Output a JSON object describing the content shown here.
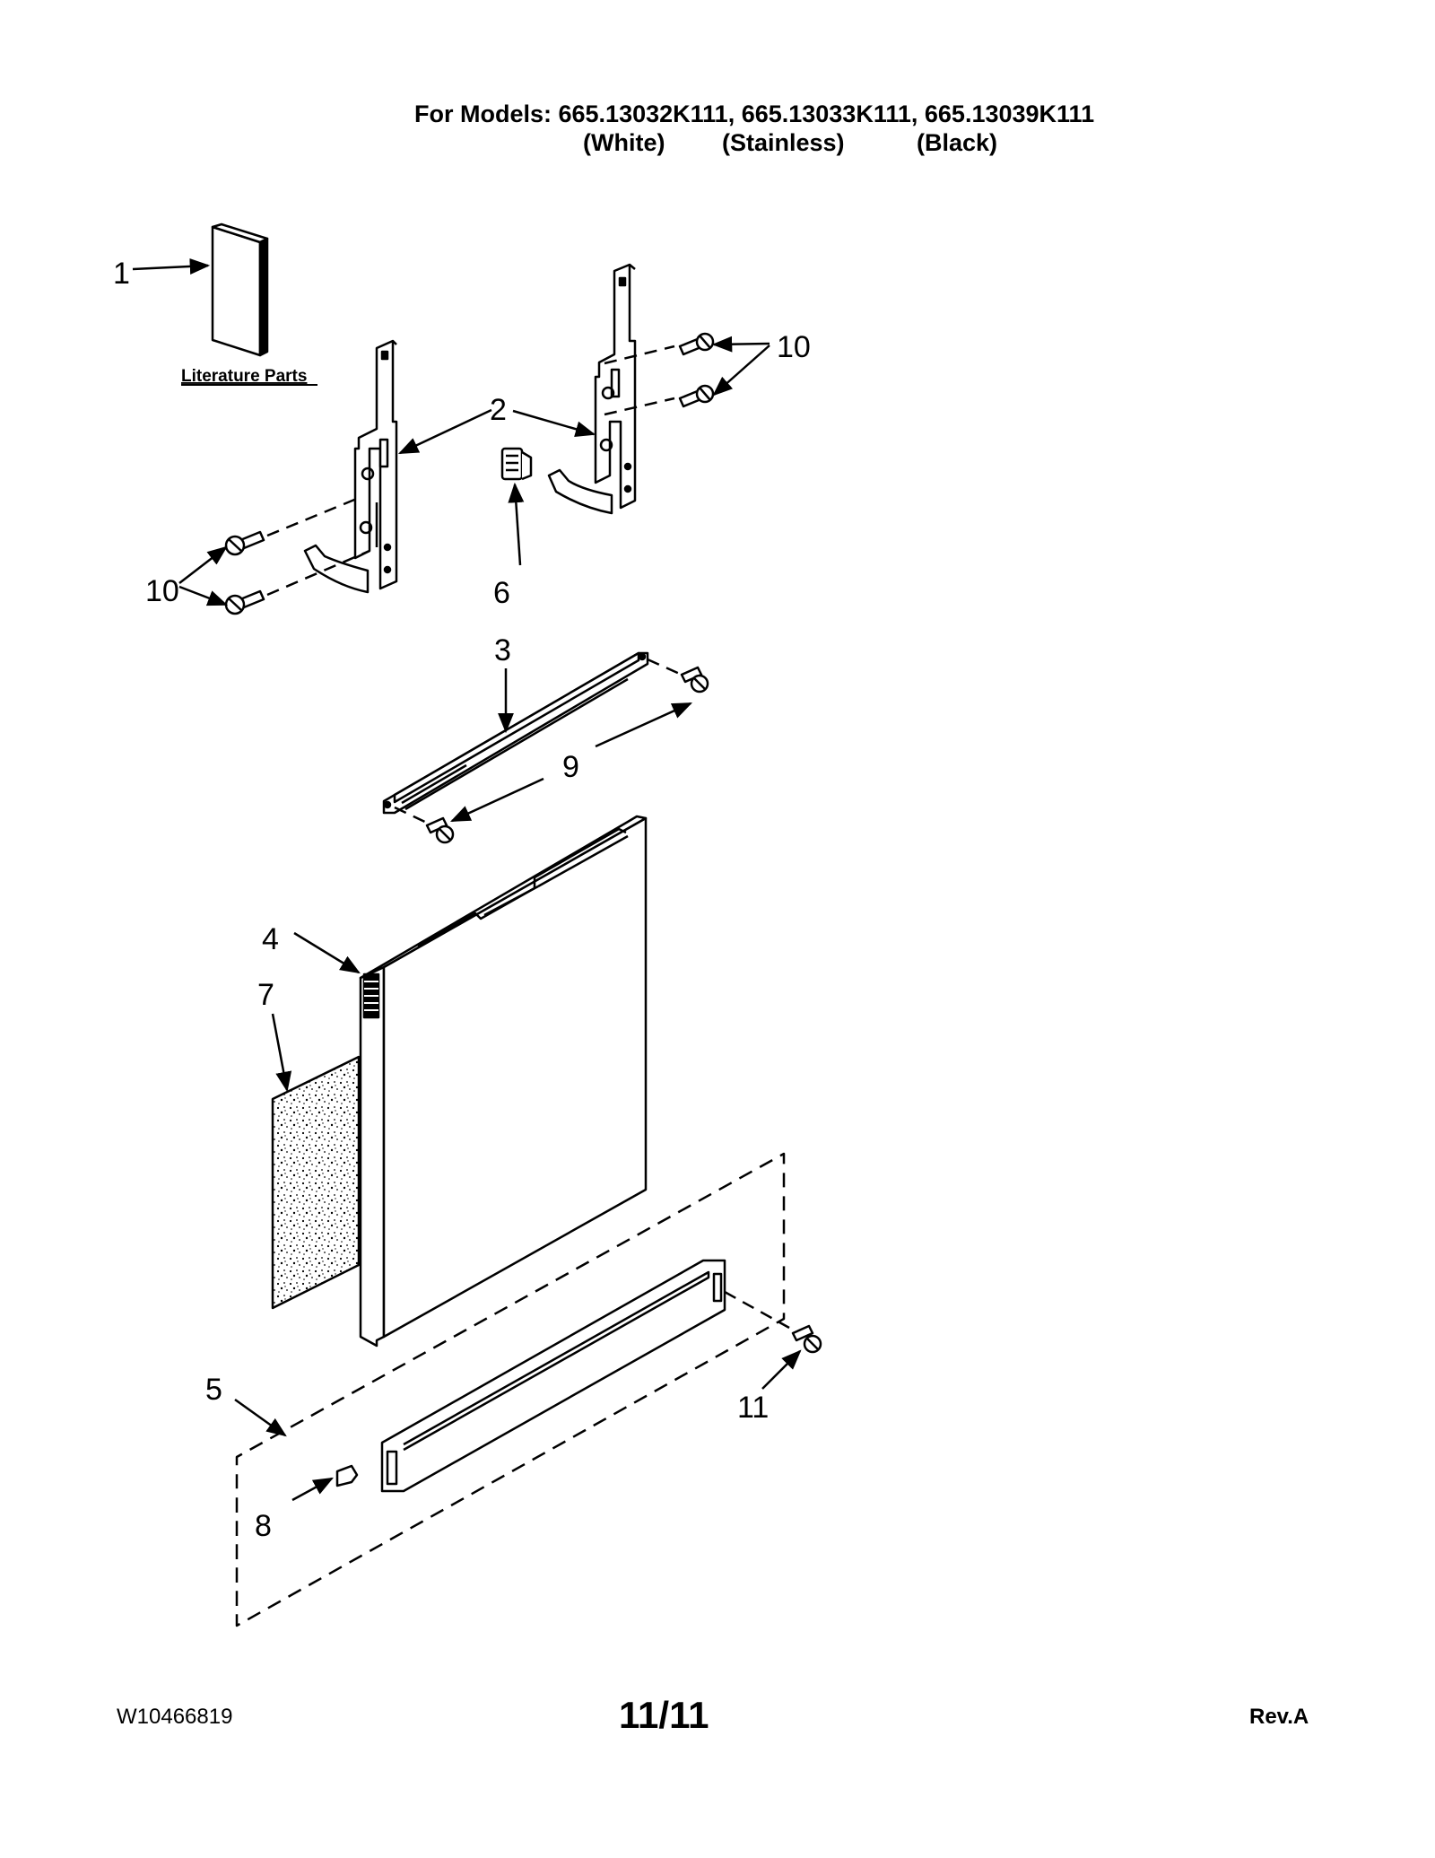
{
  "header": {
    "models_line": "For Models: 665.13032K111, 665.13033K111, 665.13039K111",
    "variant_white": "(White)",
    "variant_stainless": "(Stainless)",
    "variant_black": "(Black)"
  },
  "diagram": {
    "literature_label": "Literature Parts",
    "callouts": {
      "c1": "1",
      "c2": "2",
      "c3": "3",
      "c4": "4",
      "c5": "5",
      "c6": "6",
      "c7": "7",
      "c8": "8",
      "c9": "9",
      "c10a": "10",
      "c10b": "10",
      "c11": "11"
    }
  },
  "footer": {
    "doc_number": "W10466819",
    "page": "11/11",
    "revision": "Rev.A"
  }
}
